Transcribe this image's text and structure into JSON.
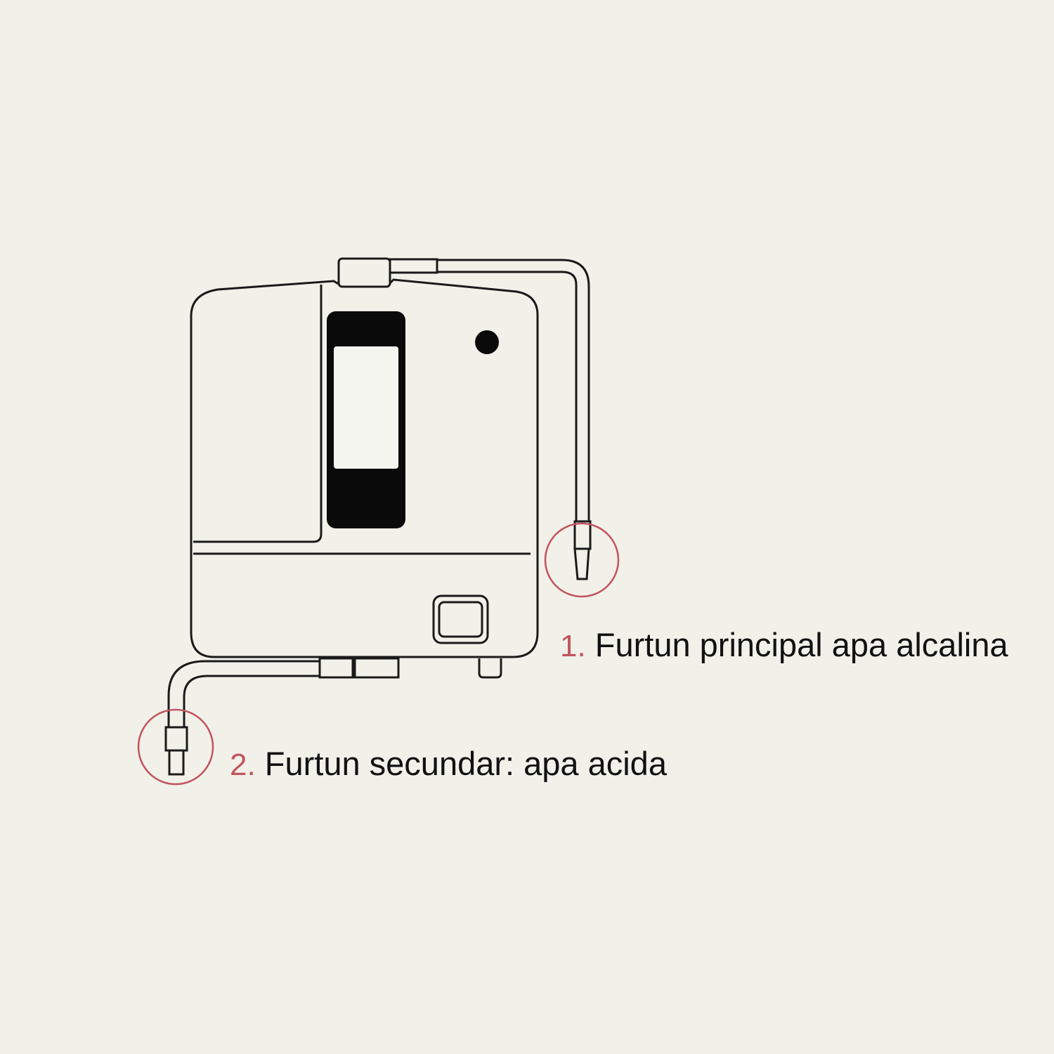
{
  "colors": {
    "background": "#f1f1ea",
    "line": "#1a1a1a",
    "highlight": "#c2545c"
  },
  "callouts": [
    {
      "number": "1.",
      "text": "Furtun principal apa alcalina"
    },
    {
      "number": "2.",
      "text": "Furtun secundar: apa acida"
    }
  ]
}
